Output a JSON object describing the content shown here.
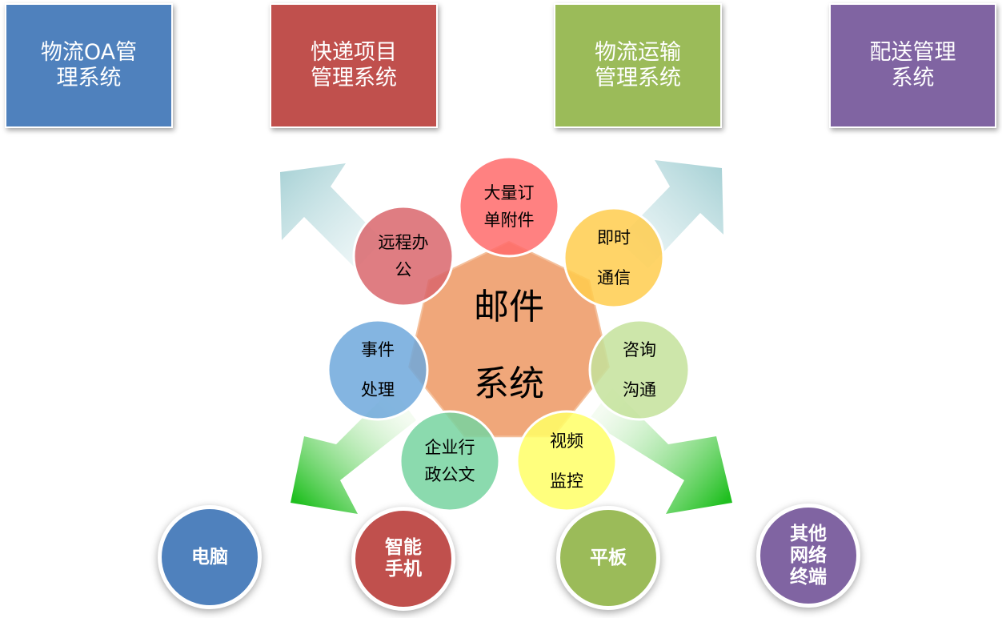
{
  "top_systems": [
    {
      "line1": "物流OA管",
      "line2": "理系统",
      "color": "#4f81bd"
    },
    {
      "line1": "快递项目",
      "line2": "管理系统",
      "color": "#c0504d"
    },
    {
      "line1": "物流运输",
      "line2": "管理系统",
      "color": "#9bbb59"
    },
    {
      "line1": "配送管理",
      "line2": "系统",
      "color": "#8064a2"
    }
  ],
  "center": {
    "line1": "邮件",
    "line2": "系统",
    "color": "#f0a77a"
  },
  "features": [
    {
      "line1": "大量订",
      "line2": "单附件",
      "color": "#ff6b6b"
    },
    {
      "line1": "即时",
      "line2": "通信",
      "color": "#ffcc4d"
    },
    {
      "line1": "咨询",
      "line2": "沟通",
      "color": "#c4e29b"
    },
    {
      "line1": "视频",
      "line2": "监控",
      "color": "#ffff66"
    },
    {
      "line1": "企业行",
      "line2": "政公文",
      "color": "#77d3a0"
    },
    {
      "line1": "事件",
      "line2": "处理",
      "color": "#6fa8dc"
    },
    {
      "line1": "远程办",
      "line2": "公",
      "color": "#d9666c"
    }
  ],
  "devices": [
    {
      "lines": [
        "电脑"
      ],
      "color": "#4f81bd"
    },
    {
      "lines": [
        "智能",
        "手机"
      ],
      "color": "#c0504d"
    },
    {
      "lines": [
        "平板"
      ],
      "color": "#9bbb59"
    },
    {
      "lines": [
        "其他",
        "网络",
        "终端"
      ],
      "color": "#8064a2"
    }
  ]
}
